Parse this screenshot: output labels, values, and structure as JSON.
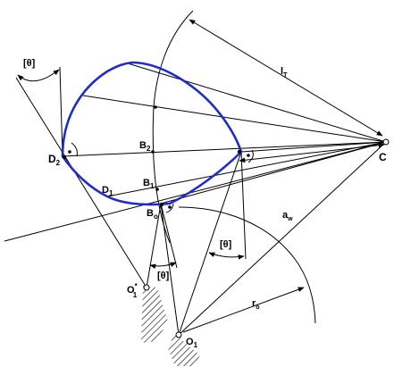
{
  "labels": {
    "theta_top_left": "[θ]",
    "theta_bottom_mid": "[θ]",
    "theta_right": "[θ]",
    "lT_main": "l",
    "lT_sub": "T",
    "C": "C",
    "D2_main": "D",
    "D2_sub": "2",
    "B2_main": "B",
    "B2_sub": "2",
    "B1_main": "B",
    "B1_sub": "1",
    "D1_main": "D",
    "D1_sub": "1",
    "Bo_main": "B",
    "Bo_sub": "o",
    "aw_main": "a",
    "aw_sub": "w",
    "O1star_main": "O",
    "O1star_sub": "1",
    "O1star_sup": "*",
    "O1_main": "O",
    "O1_sub": "1",
    "ro_main": "r",
    "ro_sub": "o"
  },
  "colors": {
    "curve": "#1e2ccf",
    "lines": "#000000"
  }
}
